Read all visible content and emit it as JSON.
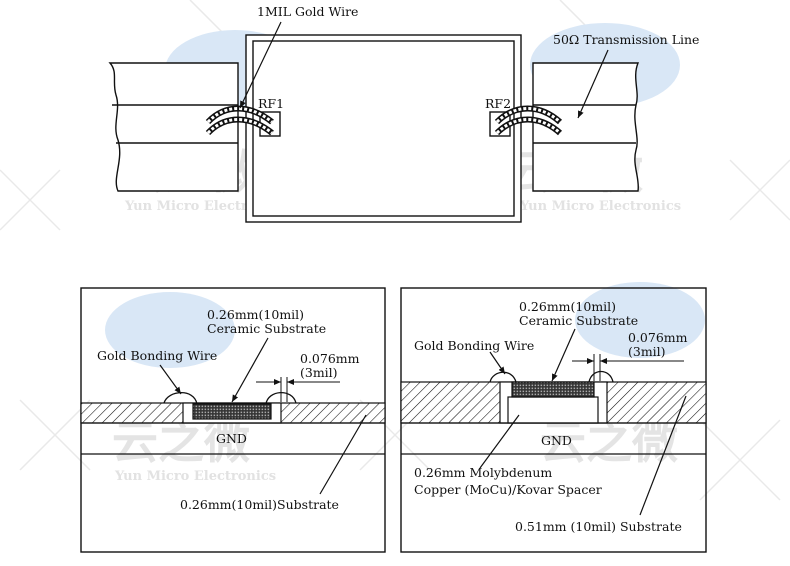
{
  "top_view": {
    "gold_wire_label": "1MIL Gold Wire",
    "transmission_line_label": "50Ω Transmission Line",
    "rf1_label": "RF1",
    "rf2_label": "RF2"
  },
  "left_section": {
    "substrate_label_line1": "0.26mm(10mil)",
    "substrate_label_line2": "Ceramic Substrate",
    "bonding_wire_label": "Gold Bonding Wire",
    "gap_label_line1": "0.076mm",
    "gap_label_line2": "(3mil)",
    "gnd_label": "GND",
    "bottom_substrate_label": "0.26mm(10mil)Substrate"
  },
  "right_section": {
    "substrate_label_line1": "0.26mm(10mil)",
    "substrate_label_line2": "Ceramic Substrate",
    "bonding_wire_label": "Gold Bonding Wire",
    "gap_label_line1": "0.076mm",
    "gap_label_line2": "(3mil)",
    "gnd_label": "GND",
    "spacer_label_line1": "0.26mm Molybdenum",
    "spacer_label_line2": "Copper (MoCu)/Kovar Spacer",
    "bottom_substrate_label": "0.51mm (10mil) Substrate"
  },
  "watermark": {
    "logo_text": "云之微",
    "company": "Yun Micro Electronics"
  },
  "colors": {
    "line": "#111111",
    "watermark_blue": "#d3e4f5",
    "watermark_gray": "#e6e6e6"
  }
}
